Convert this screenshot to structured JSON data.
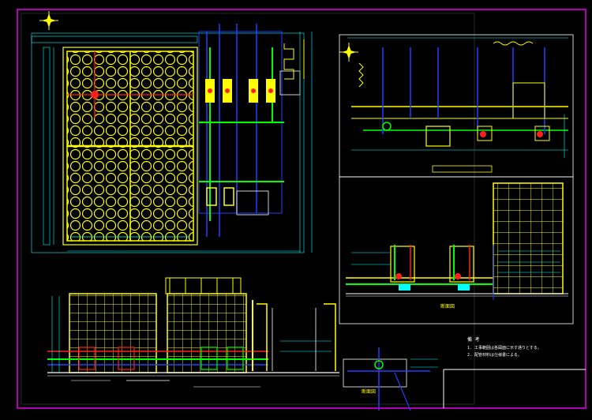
{
  "colors": {
    "background": "#000000",
    "frame": "#b000b0",
    "linework": "#ffff00",
    "dimension": "#00ffff",
    "blue": "#2040ff",
    "green": "#00ff00",
    "red": "#ff2020",
    "white": "#ffffff",
    "magenta": "#ff00ff"
  },
  "icons": [
    "north-arrow-icon",
    "north-arrow-icon"
  ],
  "labels": {
    "section_a": "断面図",
    "section_b": "断面図",
    "notes_title": "備 考",
    "note_1": "1. 工事範囲は各図面に示す通りとする。",
    "note_2": "2. 配管材料は仕様書による。"
  }
}
